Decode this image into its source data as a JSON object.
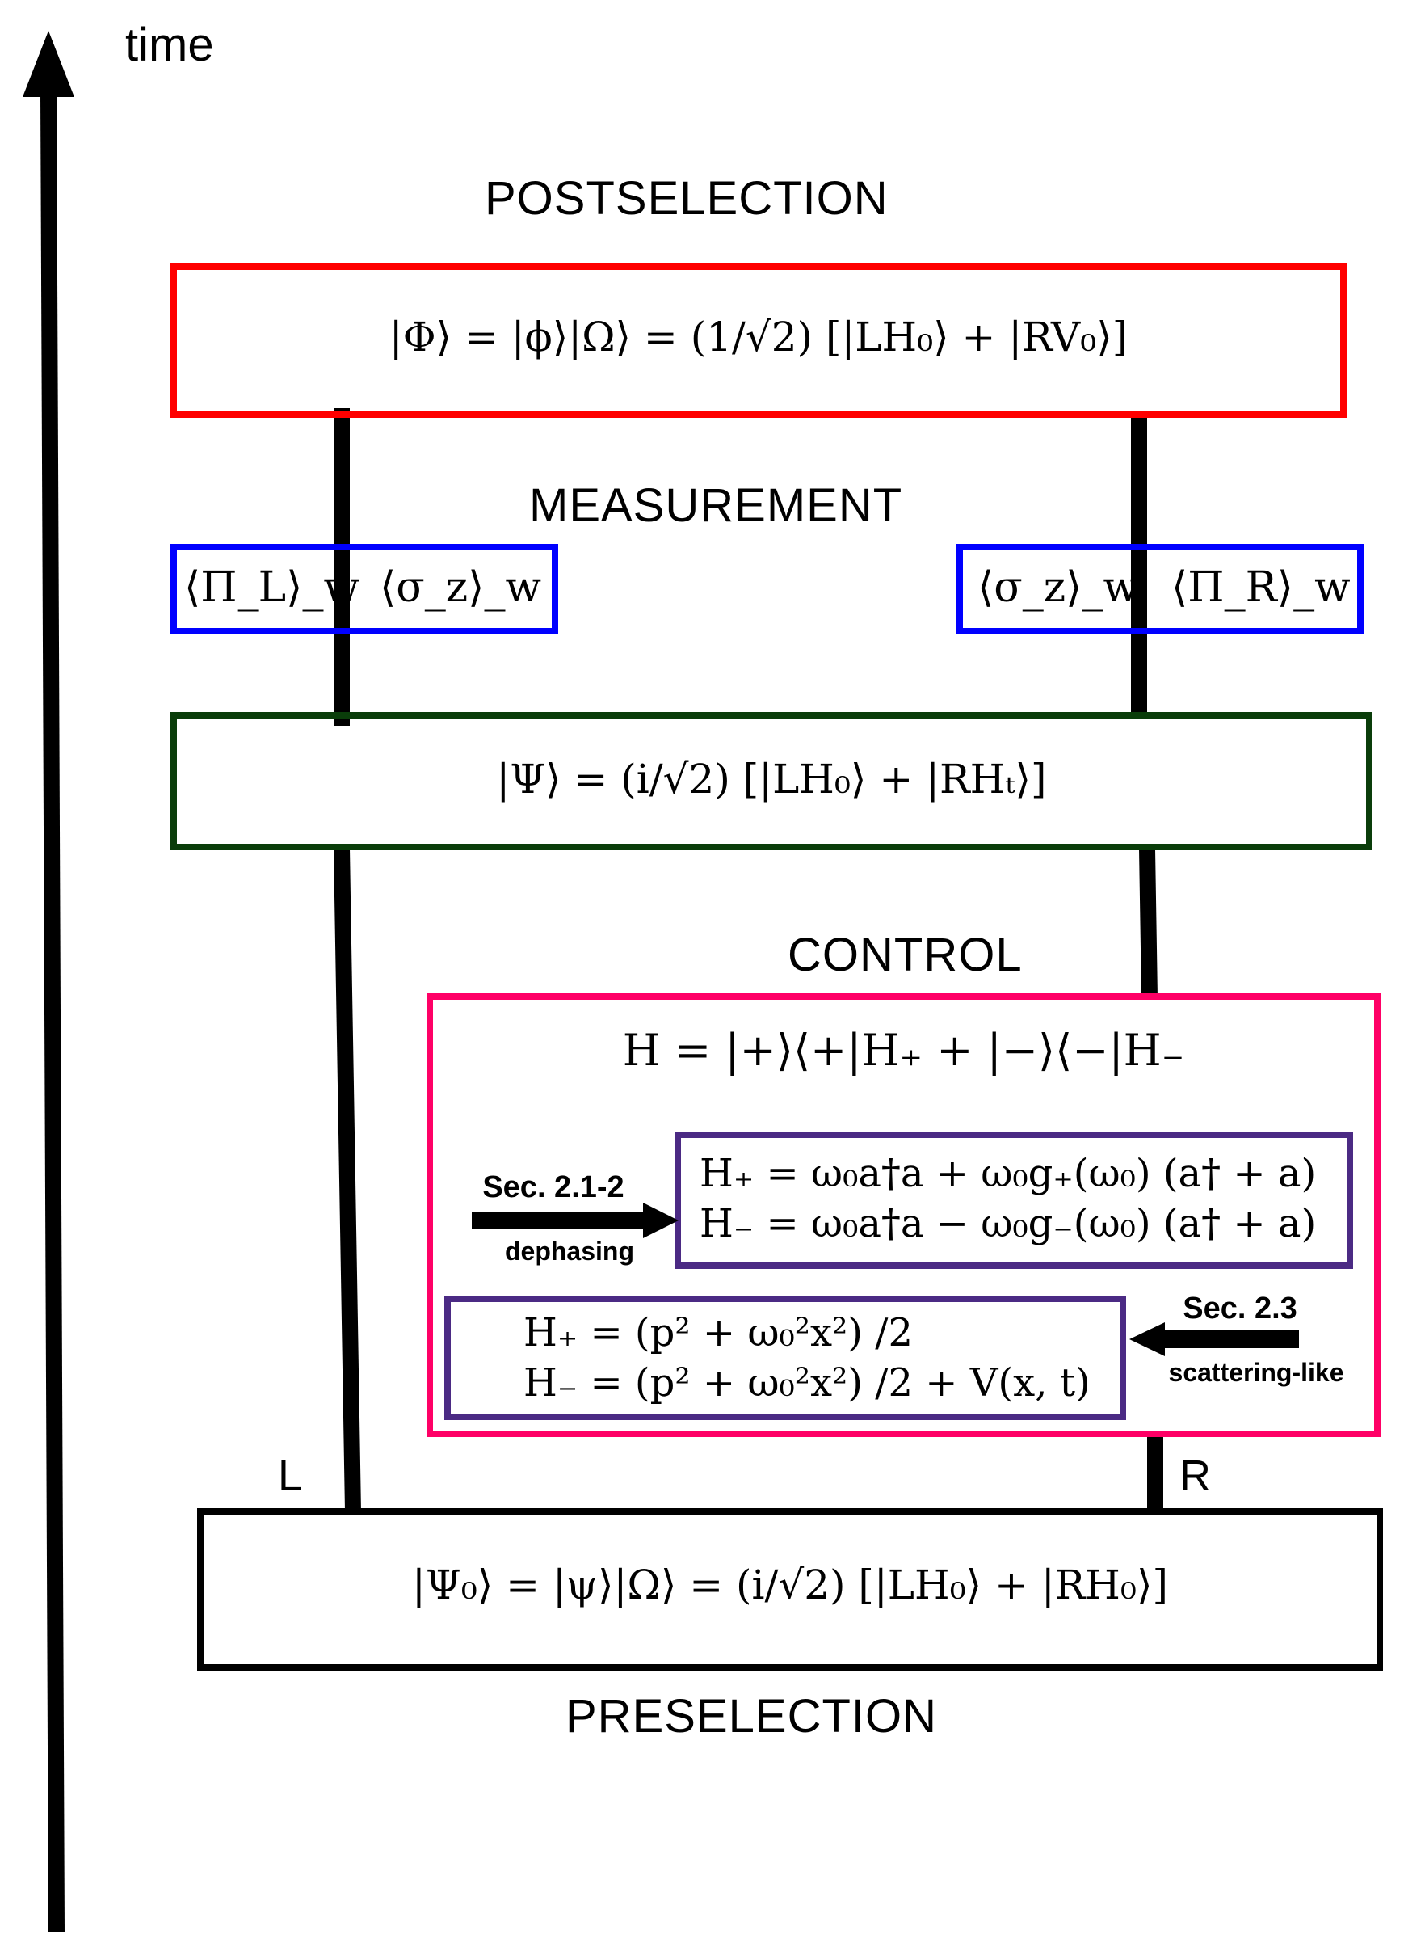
{
  "axis": {
    "label": "time"
  },
  "stages": {
    "postselection": {
      "heading": "POSTSELECTION",
      "equation": "|Φ⟩ = |ϕ⟩|Ω⟩ = (1/√2) [|LH₀⟩ + |RV₀⟩]"
    },
    "measurement": {
      "heading": "MEASUREMENT",
      "left": {
        "pi": "⟨Π_L⟩_w",
        "sigma": "⟨σ_z⟩_w"
      },
      "right": {
        "sigma": "⟨σ_z⟩_w",
        "pi": "⟨Π_R⟩_w"
      }
    },
    "evolved": {
      "equation": "|Ψ⟩ = (i/√2) [|LH₀⟩ + |RHₜ⟩]"
    },
    "control": {
      "heading": "CONTROL",
      "hamiltonian": "H = |+⟩⟨+|H₊ + |−⟩⟨−|H₋",
      "dephasing": {
        "section": "Sec. 2.1-2",
        "label": "dephasing",
        "h_plus": "H₊ = ω₀a†a + ω₀g₊(ω₀) (a† + a)",
        "h_minus": "H₋ = ω₀a†a − ω₀g₋(ω₀) (a† + a)"
      },
      "scattering": {
        "section": "Sec. 2.3",
        "label": "scattering-like",
        "h_plus": "H₊ = (p² + ω₀²x²) /2",
        "h_minus": "H₋ = (p² + ω₀²x²) /2 + V(x, t)"
      }
    },
    "preselection": {
      "heading": "PRESELECTION",
      "equation": "|Ψ₀⟩ = |ψ⟩|Ω⟩ = (i/√2) [|LH₀⟩ + |RH₀⟩]"
    }
  },
  "paths": {
    "left": "L",
    "right": "R"
  },
  "colors": {
    "postselection_box": "#ff0000",
    "measurement_box": "#0000ff",
    "evolved_box": "#0a3d0a",
    "control_box": "#ff0066",
    "inner_box": "#4b2a84",
    "preselection_box": "#000000",
    "lines": "#000000"
  }
}
